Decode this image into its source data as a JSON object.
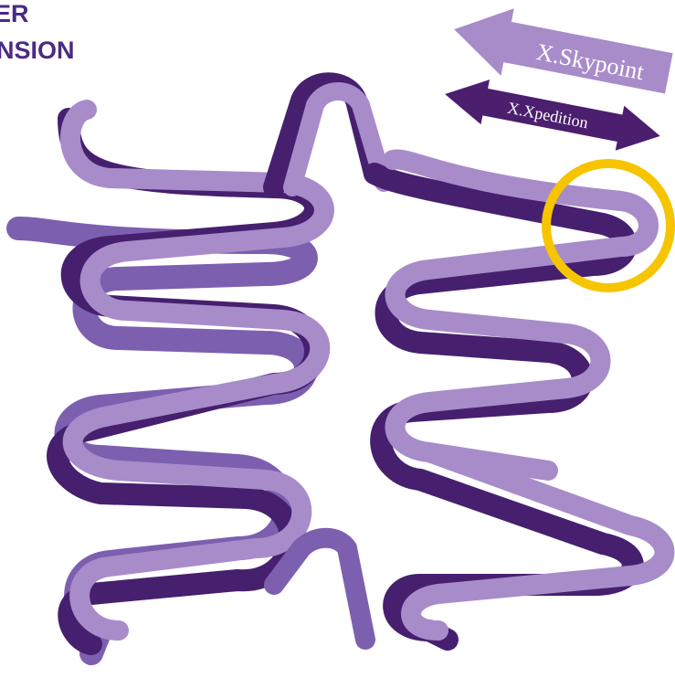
{
  "header": {
    "line1": "ER",
    "line2": "NSION"
  },
  "arrows": {
    "skypoint": "X.Skypoint",
    "xpedition": "X.Xpedition"
  },
  "colors": {
    "light_purple": "#a88cc9",
    "medium_purple": "#7d5fb0",
    "dark_purple": "#46206f",
    "highlight_circle": "#f7c400",
    "title": "#4b2a83"
  }
}
